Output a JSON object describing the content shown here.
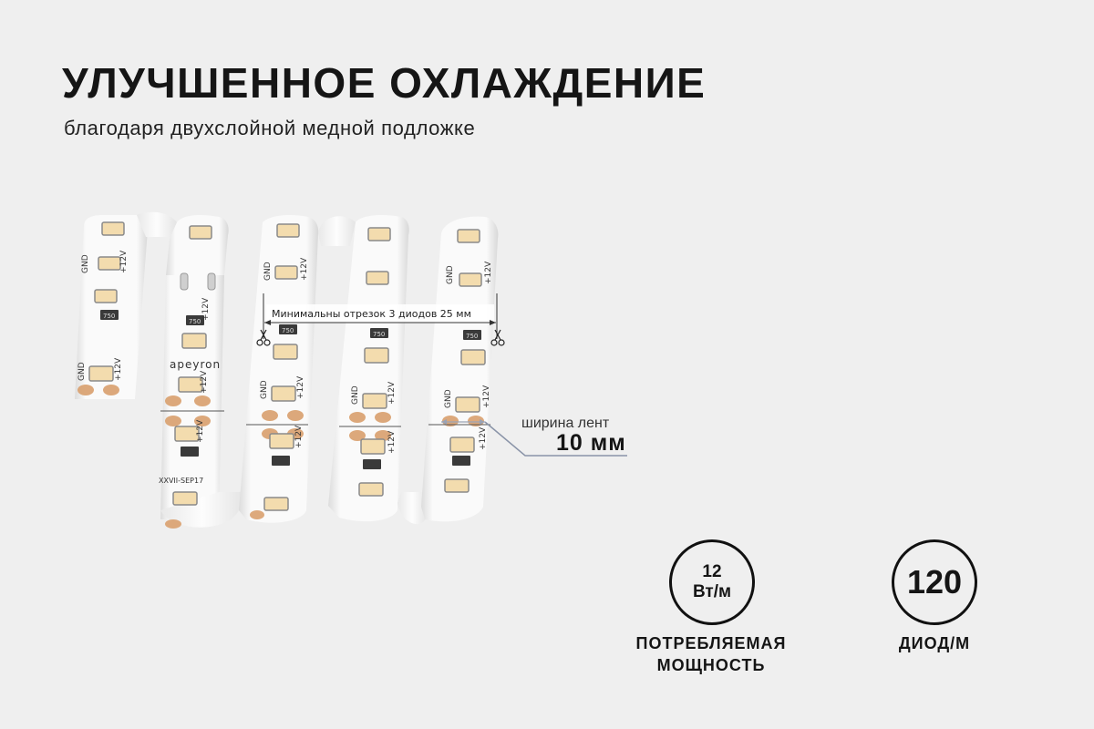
{
  "header": {
    "title": "УЛУЧШЕННОЕ ОХЛАЖДЕНИЕ",
    "subtitle": "благодаря двухслойной медной подложке"
  },
  "strip": {
    "cut_label": "Минимальны отрезок 3 диодов 25  мм",
    "pad_gnd": "GND",
    "pad_plus": "+12V",
    "resistor": "750",
    "brand": "apeyron",
    "date_code": "XXVII-SEP17",
    "width_caption": "ширина лент",
    "width_value": "10 мм"
  },
  "specs": {
    "power_value_line1": "12",
    "power_value_line2": "Вт/м",
    "power_label_line1": "ПОТРЕБЛЯЕМАЯ",
    "power_label_line2": "МОЩНОСТЬ",
    "diode_value": "120",
    "diode_label": "ДИОД/М"
  },
  "colors": {
    "background": "#efefef",
    "strip": "#f7f7f7",
    "led": "#f3dcae",
    "copper_pad": "#d9a06e",
    "text": "#151515"
  }
}
